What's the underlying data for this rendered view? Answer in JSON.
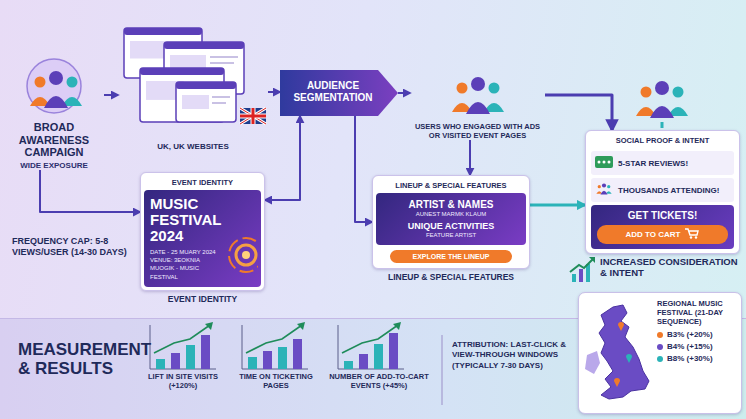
{
  "diagram": {
    "nodes": [
      {
        "text": [
          "BROAD AWARENESS CAMPAIGN",
          "WIDE EXPOSURE"
        ]
      },
      {
        "text": [
          "UK, UK WEBSITES"
        ]
      },
      {
        "text": [
          "AUDIENCE SEGMENTATION"
        ]
      },
      {
        "text": [
          "USERS WHO ENGAGED WITH ADS OR VISITED EVENT PAGES"
        ]
      },
      {
        "text": [
          "EVENT IDENTITY",
          "MUSIC FESTIVAL 2024",
          "DATE - 25 MUARY 2024",
          "VENUE: 3EOKNIA",
          "MUOGIK - MUSIC FESTIVAL",
          "EVENT IDENTITY"
        ]
      },
      {
        "text": [
          "LINEUP & SPECIAL FEATURES",
          "ARTIST & NAMES",
          "AUNEST MARMK KLAUM",
          "UNIQUE ACTIVITIES",
          "FEATURE ARTIST",
          "LINEUP & SPECIAL FEATURES"
        ]
      },
      {
        "text": [
          "EXPLORE THE LINEUP"
        ],
        "in": 5
      },
      {
        "text": [
          "SOCIAL PROOF & INTENT",
          "GET TICKETS!"
        ]
      },
      {
        "text": [
          "5-STAR REVIEWS!"
        ],
        "in": 7
      },
      {
        "text": [
          "THOUSANDS ATTENDING!"
        ],
        "in": 7
      },
      {
        "text": [
          "ADD TO CART"
        ],
        "in": 7
      },
      {
        "text": [
          "MEASUREMENT & RESULTS"
        ]
      },
      {
        "text": [
          "REGIONAL MUSIC FESTIVAL (21-DAY SEQUENCE)",
          "B3% (+20%)",
          "B4% (+15%)",
          "B8% (+30%)"
        ]
      }
    ],
    "edges": [
      {
        "from": 0,
        "to": 1,
        "arrow": "to"
      },
      {
        "from": 1,
        "to": 2,
        "arrow": "to"
      },
      {
        "from": 2,
        "to": 3,
        "arrow": "to"
      },
      {
        "from": 0,
        "to": 4,
        "arrow": "to"
      },
      {
        "from": 4,
        "to": 2,
        "arrow": "both"
      },
      {
        "from": 2,
        "to": 5,
        "arrow": "to"
      },
      {
        "from": 3,
        "to": 5,
        "arrow": "to"
      },
      {
        "from": 3,
        "to": 7,
        "arrow": "to"
      },
      {
        "from": 5,
        "to": 7,
        "arrow": "to"
      }
    ],
    "labels": [
      "FREQUENCY CAP: 5-8 VIEWS/USER (14-30 DAYS)",
      "INCREASED CONSIDERATION & INTENT",
      "LIFT IN SITE VISITS (+120%)",
      "TIME ON TICKETING PAGES",
      "NUMBER OF ADD-TO-CART EVENTS (+45%)",
      "ATTRIBUTION: LAST-CLICK & VIEW-THROUGH WINDOWS (TYPICALLY 7-30 DAYS)"
    ]
  }
}
